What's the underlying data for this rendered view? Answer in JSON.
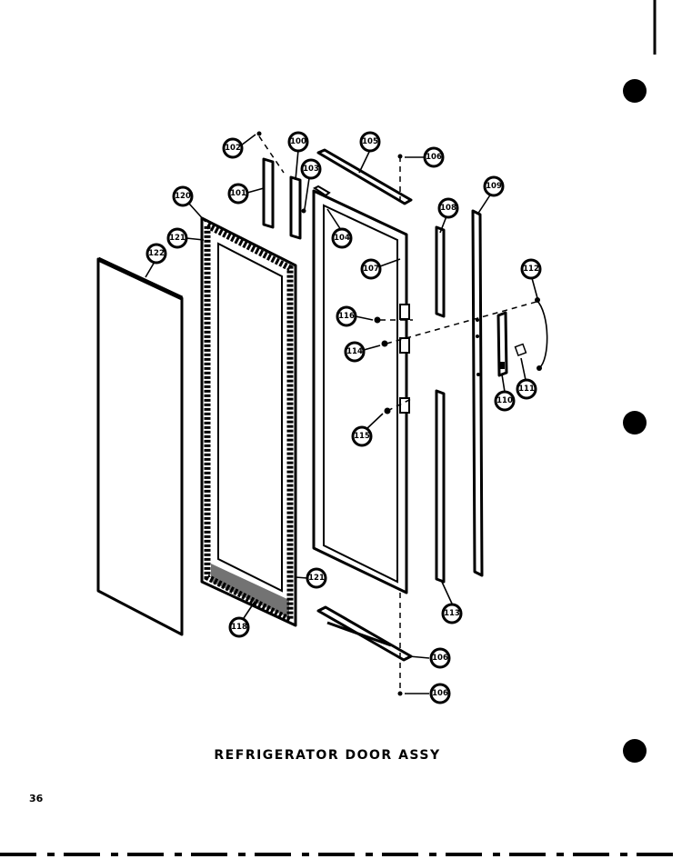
{
  "diagram": {
    "caption": "REFRIGERATOR DOOR ASSY",
    "page_number": "36",
    "callouts": [
      "102",
      "100",
      "105",
      "106",
      "101",
      "103",
      "120",
      "121",
      "122",
      "104",
      "108",
      "109",
      "107",
      "112",
      "116",
      "114",
      "110",
      "111",
      "115",
      "121",
      "113",
      "118",
      "106",
      "106"
    ],
    "colors": {
      "ink": "#000000",
      "paper": "#ffffff"
    }
  }
}
